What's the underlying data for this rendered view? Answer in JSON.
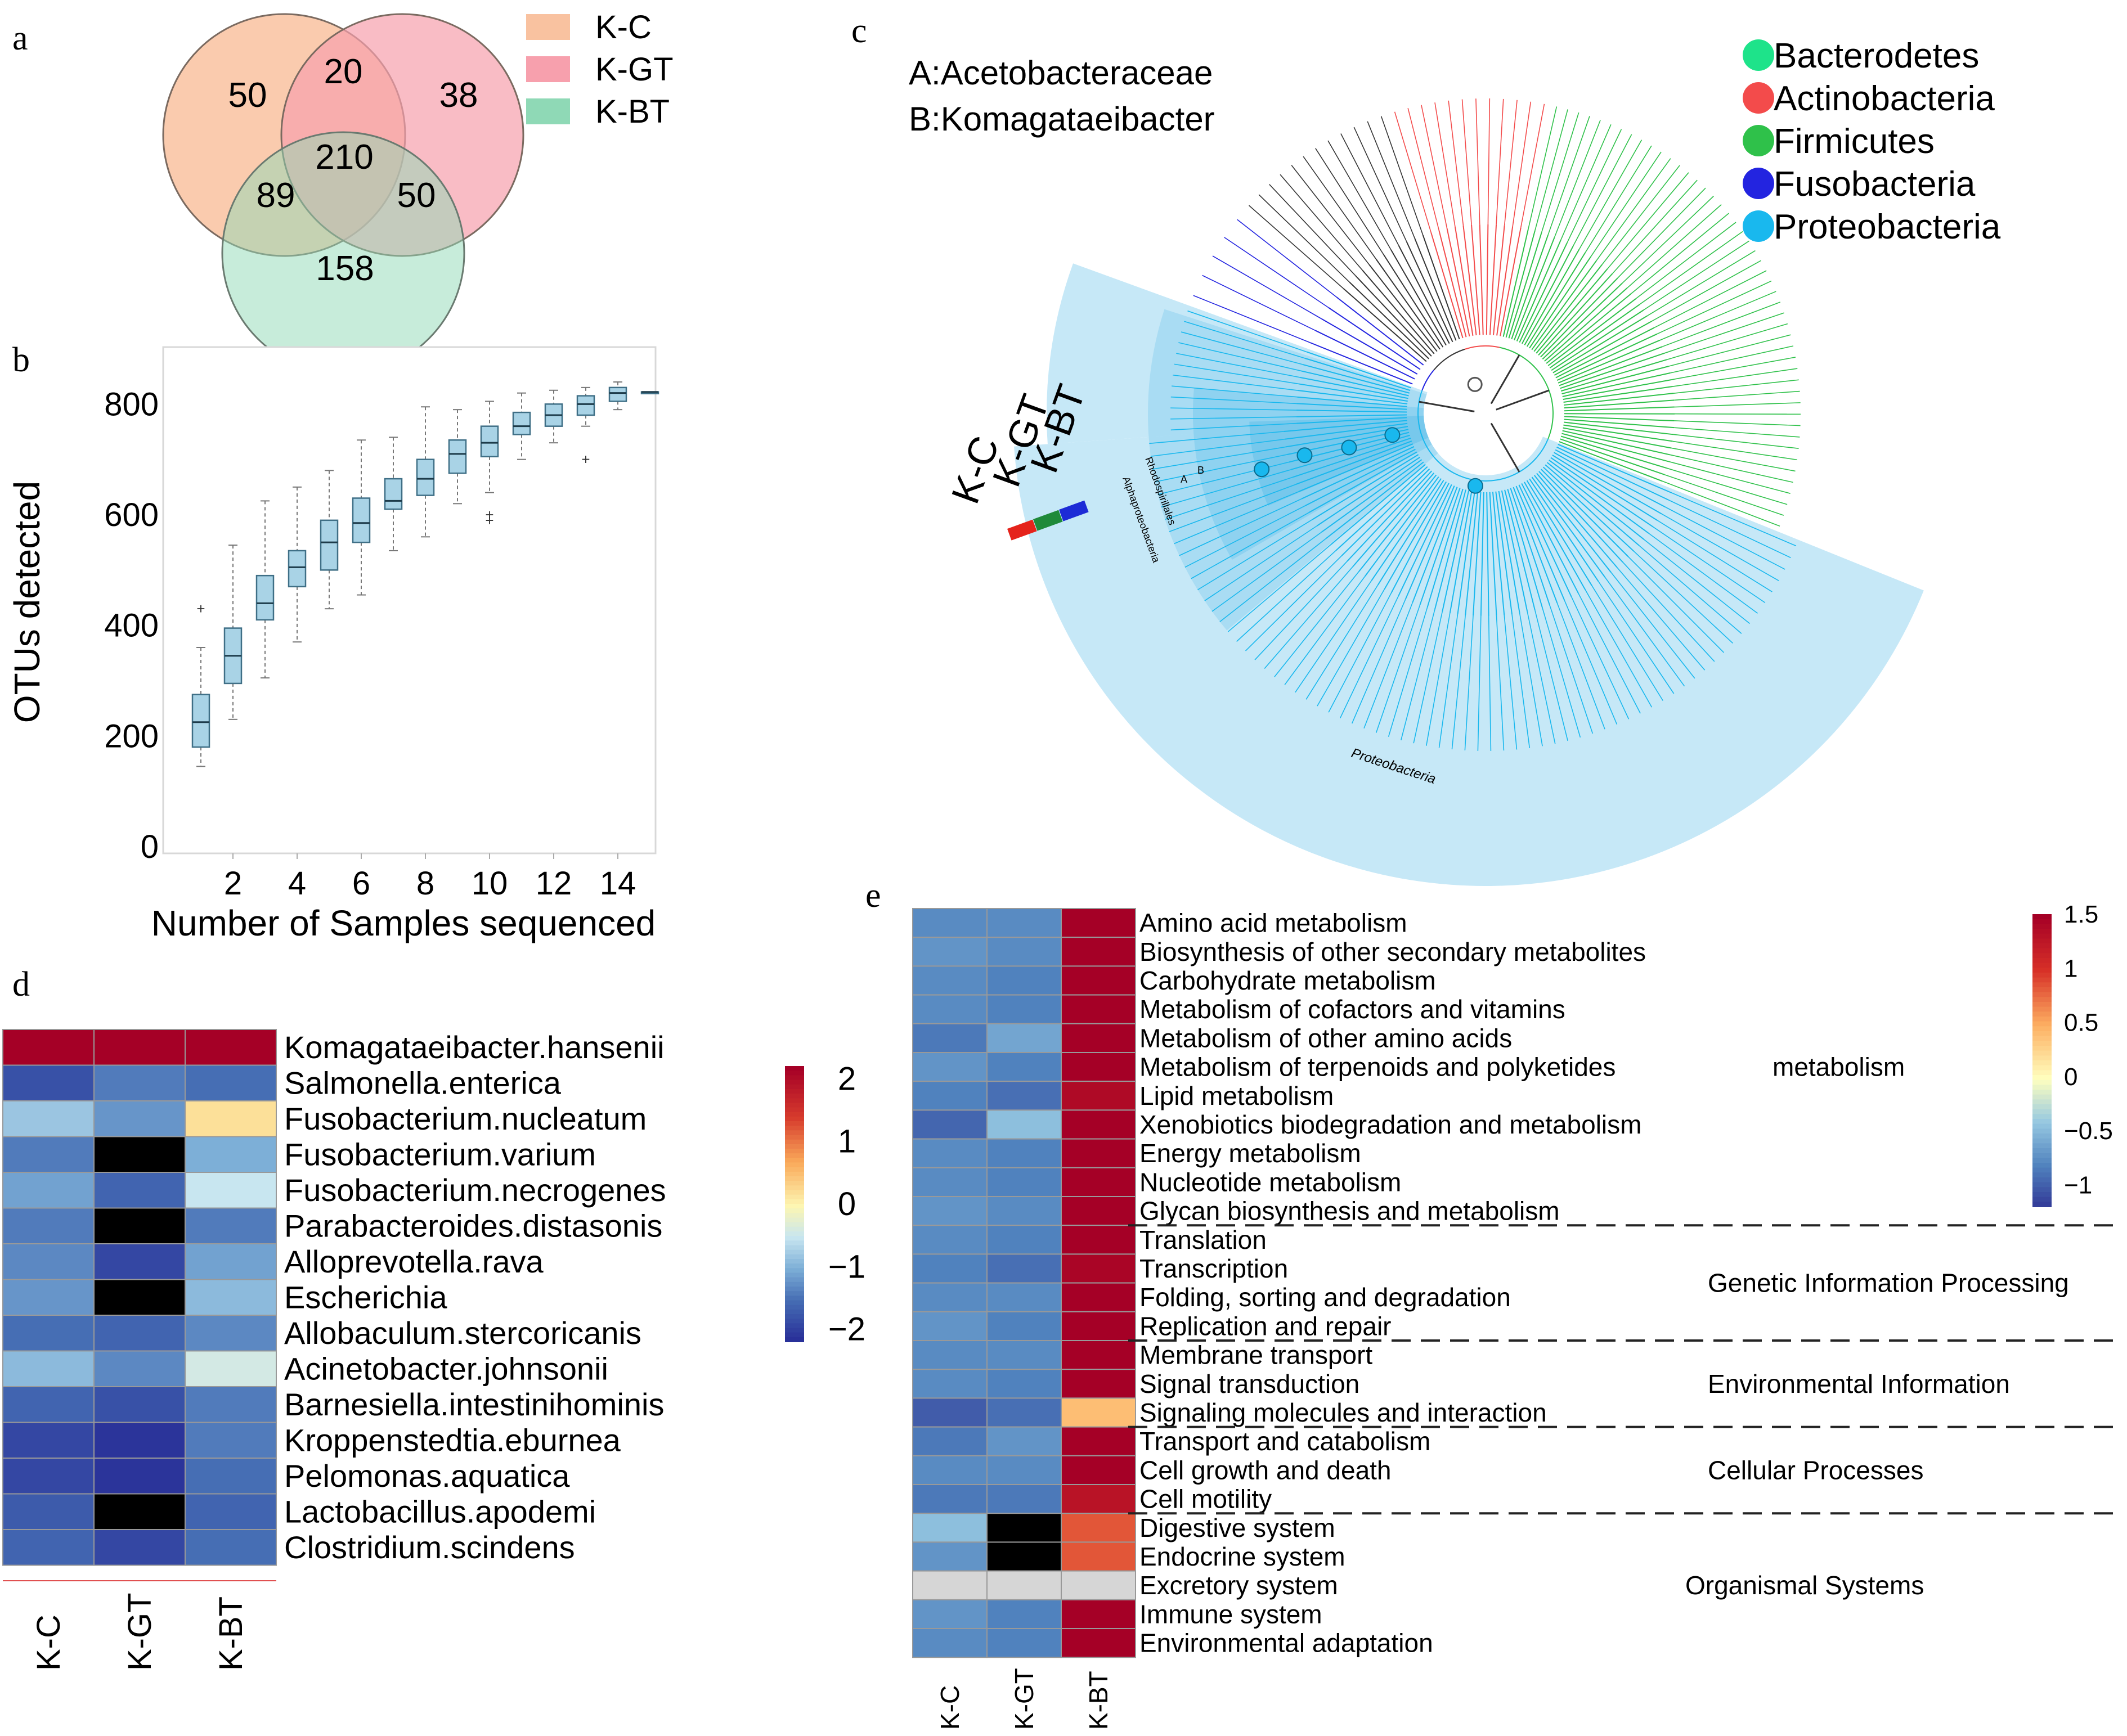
{
  "panel_labels": [
    "a",
    "b",
    "c",
    "d",
    "e"
  ],
  "colors": {
    "kc": "#f9c2a0",
    "kgt": "#f7a0ad",
    "kbt": "#8fd9b6",
    "box_fill": "#a9d3e6",
    "wedge": "#c6e8f7",
    "wedge_dark": "#7fcbef",
    "bacterodetes": "#1ee38a",
    "actinobacteria": "#f34b4b",
    "firmicutes": "#2fc14a",
    "fusobacteria": "#2324e0",
    "proteobacteria": "#19b8ee"
  },
  "chart_data": [
    {
      "panel": "a",
      "type": "venn",
      "legend": [
        "K-C",
        "K-GT",
        "K-BT"
      ],
      "regions": {
        "kc_only": 50,
        "kc_kgt": 20,
        "kgt_only": 38,
        "all": 210,
        "kc_kbt": 89,
        "kgt_kbt": 50,
        "kbt_only": 158
      }
    },
    {
      "panel": "b",
      "type": "box",
      "xlabel": "Number of Samples sequenced",
      "ylabel": "OTUs detected",
      "xticks": [
        2,
        4,
        6,
        8,
        10,
        12,
        14
      ],
      "yticks": [
        0,
        200,
        400,
        600,
        800
      ],
      "xlim": [
        0,
        15
      ],
      "ylim": [
        0,
        900
      ],
      "boxes": [
        {
          "x": 1,
          "whislo": 145,
          "q1": 180,
          "med": 225,
          "q3": 275,
          "whishi": 360,
          "fliers": [
            430
          ]
        },
        {
          "x": 2,
          "whislo": 230,
          "q1": 295,
          "med": 345,
          "q3": 395,
          "whishi": 545,
          "fliers": []
        },
        {
          "x": 3,
          "whislo": 305,
          "q1": 410,
          "med": 440,
          "q3": 490,
          "whishi": 625,
          "fliers": []
        },
        {
          "x": 4,
          "whislo": 370,
          "q1": 470,
          "med": 505,
          "q3": 535,
          "whishi": 650,
          "fliers": []
        },
        {
          "x": 5,
          "whislo": 430,
          "q1": 500,
          "med": 550,
          "q3": 590,
          "whishi": 680,
          "fliers": []
        },
        {
          "x": 6,
          "whislo": 455,
          "q1": 550,
          "med": 585,
          "q3": 630,
          "whishi": 735,
          "fliers": []
        },
        {
          "x": 7,
          "whislo": 535,
          "q1": 610,
          "med": 625,
          "q3": 665,
          "whishi": 740,
          "fliers": []
        },
        {
          "x": 8,
          "whislo": 560,
          "q1": 635,
          "med": 665,
          "q3": 700,
          "whishi": 795,
          "fliers": []
        },
        {
          "x": 9,
          "whislo": 620,
          "q1": 675,
          "med": 710,
          "q3": 735,
          "whishi": 790,
          "fliers": []
        },
        {
          "x": 10,
          "whislo": 640,
          "q1": 705,
          "med": 730,
          "q3": 760,
          "whishi": 805,
          "fliers": [
            600,
            590
          ]
        },
        {
          "x": 11,
          "whislo": 700,
          "q1": 745,
          "med": 760,
          "q3": 785,
          "whishi": 820,
          "fliers": []
        },
        {
          "x": 12,
          "whislo": 730,
          "q1": 760,
          "med": 780,
          "q3": 800,
          "whishi": 825,
          "fliers": []
        },
        {
          "x": 13,
          "whislo": 760,
          "q1": 780,
          "med": 800,
          "q3": 815,
          "whishi": 830,
          "fliers": [
            700
          ]
        },
        {
          "x": 14,
          "whislo": 790,
          "q1": 805,
          "med": 820,
          "q3": 830,
          "whishi": 840,
          "fliers": []
        },
        {
          "x": 15,
          "whislo": 822,
          "q1": 822,
          "med": 822,
          "q3": 822,
          "whishi": 822,
          "fliers": []
        }
      ]
    },
    {
      "panel": "c",
      "type": "tree",
      "annotations": [
        "A:Acetobacteraceae",
        "B:Komagataeibacter"
      ],
      "legend": [
        "Bacterodetes",
        "Actinobacteria",
        "Firmicutes",
        "Fusobacteria",
        "Proteobacteria"
      ],
      "groups": [
        "K-C",
        "K-GT",
        "K-BT"
      ],
      "clade_labels": [
        "Proteobacteria",
        "Alphaproteobacteria",
        "Rhodospirillales",
        "A",
        "B"
      ]
    },
    {
      "panel": "d",
      "type": "heatmap",
      "columns": [
        "K-C",
        "K-GT",
        "K-BT"
      ],
      "rows": [
        "Komagataeibacter.hansenii",
        "Salmonella.enterica",
        "Fusobacterium.nucleatum",
        "Fusobacterium.varium",
        "Fusobacterium.necrogenes",
        "Parabacteroides.distasonis",
        "Alloprevotella.rava",
        "Escherichia",
        "Allobaculum.stercoricanis",
        "Acinetobacter.johnsonii",
        "Barnesiella.intestinihominis",
        "Kroppenstedtia.eburnea",
        "Pelomonas.aquatica",
        "Lactobacillus.apodemi",
        "Clostridium.scindens"
      ],
      "values": [
        [
          2.2,
          2.2,
          2.2
        ],
        [
          -1.8,
          -1.4,
          -1.5
        ],
        [
          -0.8,
          -1.2,
          0.2
        ],
        [
          -1.4,
          -2.2,
          -1.0
        ],
        [
          -1.1,
          -1.6,
          -0.5
        ],
        [
          -1.4,
          -2.2,
          -1.4
        ],
        [
          -1.3,
          -1.9,
          -1.1
        ],
        [
          -1.2,
          -2.2,
          -0.9
        ],
        [
          -1.5,
          -1.6,
          -1.3
        ],
        [
          -0.9,
          -1.3,
          -0.4
        ],
        [
          -1.6,
          -1.8,
          -1.4
        ],
        [
          -1.9,
          -2.1,
          -1.4
        ],
        [
          -1.9,
          -2.1,
          -1.5
        ],
        [
          -1.7,
          -2.2,
          -1.6
        ],
        [
          -1.6,
          -1.9,
          -1.5
        ]
      ],
      "colorbar_ticks": [
        2,
        1,
        0,
        -1,
        -2
      ],
      "colorbar_tick_labels": [
        "2",
        "1",
        "0",
        "−1",
        "−2"
      ],
      "vlim": [
        -2.2,
        2.2
      ]
    },
    {
      "panel": "e",
      "type": "heatmap",
      "columns": [
        "K-C",
        "K-GT",
        "K-BT"
      ],
      "rows": [
        "Amino acid metabolism",
        "Biosynthesis of other secondary metabolites",
        "Carbohydrate metabolism",
        "Metabolism of cofactors and vitamins",
        "Metabolism of other amino acids",
        "Metabolism of terpenoids and polyketides",
        "Lipid metabolism",
        "Xenobiotics biodegradation and metabolism",
        "Energy metabolism",
        "Nucleotide metabolism",
        "Glycan biosynthesis and metabolism",
        "Translation",
        "Transcription",
        "Folding, sorting and degradation",
        "Replication and repair",
        "Membrane transport",
        "Signal transduction",
        "Signaling molecules and interaction",
        "Transport and catabolism",
        "Cell growth and death",
        "Cell motility",
        "Digestive system",
        "Endocrine system",
        "Excretory system",
        "Immune system",
        "Environmental adaptation"
      ],
      "values": [
        [
          -0.75,
          -0.75,
          1.5
        ],
        [
          -0.7,
          -0.75,
          1.5
        ],
        [
          -0.75,
          -0.8,
          1.5
        ],
        [
          -0.75,
          -0.8,
          1.5
        ],
        [
          -0.85,
          -0.6,
          1.5
        ],
        [
          -0.7,
          -0.8,
          1.5
        ],
        [
          -0.8,
          -0.9,
          1.4
        ],
        [
          -0.95,
          -0.45,
          1.5
        ],
        [
          -0.75,
          -0.8,
          1.5
        ],
        [
          -0.75,
          -0.8,
          1.5
        ],
        [
          -0.7,
          -0.75,
          1.5
        ],
        [
          -0.75,
          -0.8,
          1.5
        ],
        [
          -0.8,
          -0.9,
          1.45
        ],
        [
          -0.75,
          -0.75,
          1.5
        ],
        [
          -0.7,
          -0.8,
          1.5
        ],
        [
          -0.75,
          -0.75,
          1.5
        ],
        [
          -0.75,
          -0.8,
          1.5
        ],
        [
          -1.0,
          -0.9,
          0.4
        ],
        [
          -0.85,
          -0.7,
          1.5
        ],
        [
          -0.75,
          -0.75,
          1.5
        ],
        [
          -0.85,
          -0.85,
          1.3
        ],
        [
          -0.45,
          -1.3,
          0.85
        ],
        [
          -0.7,
          -1.2,
          0.85
        ],
        [
          null,
          null,
          null
        ],
        [
          -0.7,
          -0.8,
          1.5
        ],
        [
          -0.75,
          -0.8,
          1.5
        ]
      ],
      "null_color": "#d6d6d6",
      "categories": [
        {
          "label": "metabolism",
          "rows": [
            0,
            10
          ]
        },
        {
          "label": "Genetic Information Processing",
          "rows": [
            11,
            14
          ]
        },
        {
          "label": "Environmental Information",
          "rows": [
            15,
            17
          ]
        },
        {
          "label": "Cellular Processes",
          "rows": [
            18,
            20
          ]
        },
        {
          "label": "Organismal Systems",
          "rows": [
            21,
            25
          ]
        }
      ],
      "colorbar_tick_labels": [
        "1.5",
        "1",
        "0.5",
        "0",
        "−0.5",
        "−1"
      ],
      "colorbar_ticks": [
        1.5,
        1,
        0.5,
        0,
        -0.5,
        -1
      ],
      "vlim": [
        -1.2,
        1.5
      ]
    }
  ]
}
